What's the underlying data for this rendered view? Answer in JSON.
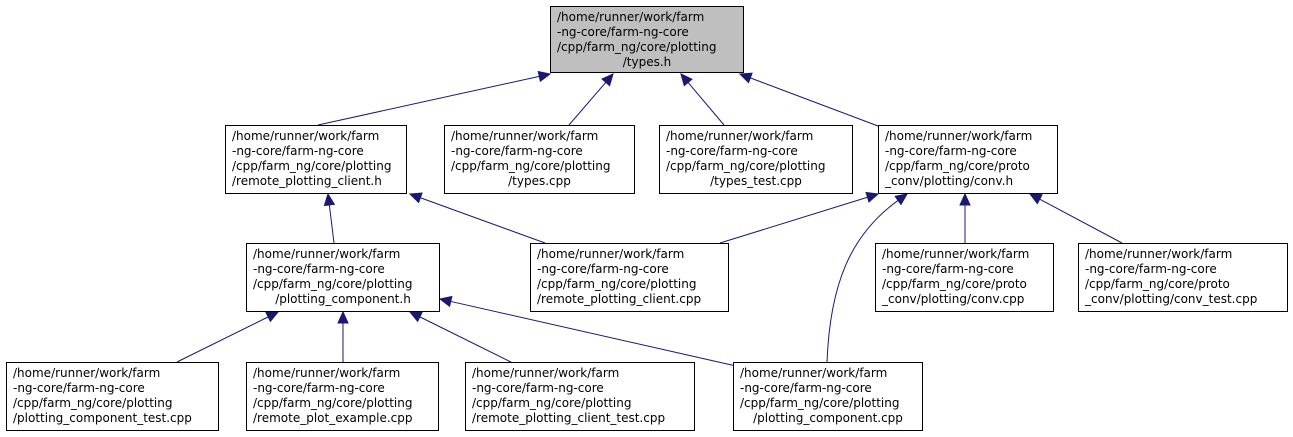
{
  "graph": {
    "nodes": [
      {
        "id": "n0",
        "name": "node-types-h",
        "root": true,
        "clickable": false,
        "lines": [
          "/home/runner/work/farm",
          "-ng-core/farm-ng-core",
          "/cpp/farm_ng/core/plotting",
          "/types.h"
        ],
        "align": [
          "l",
          "l",
          "l",
          "c"
        ]
      },
      {
        "id": "n1",
        "name": "node-remote-plotting-client-h",
        "clickable": true,
        "lines": [
          "/home/runner/work/farm",
          "-ng-core/farm-ng-core",
          "/cpp/farm_ng/core/plotting",
          "/remote_plotting_client.h"
        ],
        "align": [
          "l",
          "l",
          "l",
          "l"
        ]
      },
      {
        "id": "n2",
        "name": "node-types-cpp",
        "clickable": true,
        "lines": [
          "/home/runner/work/farm",
          "-ng-core/farm-ng-core",
          "/cpp/farm_ng/core/plotting",
          "/types.cpp"
        ],
        "align": [
          "l",
          "l",
          "l",
          "c"
        ]
      },
      {
        "id": "n3",
        "name": "node-types-test-cpp",
        "clickable": true,
        "lines": [
          "/home/runner/work/farm",
          "-ng-core/farm-ng-core",
          "/cpp/farm_ng/core/plotting",
          "/types_test.cpp"
        ],
        "align": [
          "l",
          "l",
          "l",
          "c"
        ]
      },
      {
        "id": "n4",
        "name": "node-proto-conv-conv-h",
        "clickable": true,
        "lines": [
          "/home/runner/work/farm",
          "-ng-core/farm-ng-core",
          "/cpp/farm_ng/core/proto",
          "_conv/plotting/conv.h"
        ],
        "align": [
          "l",
          "l",
          "l",
          "l"
        ]
      },
      {
        "id": "n5",
        "name": "node-plotting-component-h",
        "clickable": true,
        "lines": [
          "/home/runner/work/farm",
          "-ng-core/farm-ng-core",
          "/cpp/farm_ng/core/plotting",
          "/plotting_component.h"
        ],
        "align": [
          "l",
          "l",
          "l",
          "c"
        ]
      },
      {
        "id": "n6",
        "name": "node-remote-plotting-client-cpp",
        "clickable": true,
        "lines": [
          "/home/runner/work/farm",
          "-ng-core/farm-ng-core",
          "/cpp/farm_ng/core/plotting",
          "/remote_plotting_client.cpp"
        ],
        "align": [
          "l",
          "l",
          "l",
          "l"
        ]
      },
      {
        "id": "n7",
        "name": "node-proto-conv-conv-cpp",
        "clickable": true,
        "lines": [
          "/home/runner/work/farm",
          "-ng-core/farm-ng-core",
          "/cpp/farm_ng/core/proto",
          "_conv/plotting/conv.cpp"
        ],
        "align": [
          "l",
          "l",
          "l",
          "l"
        ]
      },
      {
        "id": "n8",
        "name": "node-proto-conv-conv-test-cpp",
        "clickable": true,
        "lines": [
          "/home/runner/work/farm",
          "-ng-core/farm-ng-core",
          "/cpp/farm_ng/core/proto",
          "_conv/plotting/conv_test.cpp"
        ],
        "align": [
          "l",
          "l",
          "l",
          "l"
        ]
      },
      {
        "id": "n9",
        "name": "node-plotting-component-test-cpp",
        "clickable": true,
        "lines": [
          "/home/runner/work/farm",
          "-ng-core/farm-ng-core",
          "/cpp/farm_ng/core/plotting",
          "/plotting_component_test.cpp"
        ],
        "align": [
          "l",
          "l",
          "l",
          "l"
        ]
      },
      {
        "id": "n10",
        "name": "node-remote-plot-example-cpp",
        "clickable": true,
        "lines": [
          "/home/runner/work/farm",
          "-ng-core/farm-ng-core",
          "/cpp/farm_ng/core/plotting",
          "/remote_plot_example.cpp"
        ],
        "align": [
          "l",
          "l",
          "l",
          "l"
        ]
      },
      {
        "id": "n11",
        "name": "node-remote-plotting-client-test-cpp",
        "clickable": true,
        "lines": [
          "/home/runner/work/farm",
          "-ng-core/farm-ng-core",
          "/cpp/farm_ng/core/plotting",
          "/remote_plotting_client_test.cpp"
        ],
        "align": [
          "l",
          "l",
          "l",
          "l"
        ]
      },
      {
        "id": "n12",
        "name": "node-plotting-component-cpp",
        "clickable": true,
        "lines": [
          "/home/runner/work/farm",
          "-ng-core/farm-ng-core",
          "/cpp/farm_ng/core/plotting",
          "/plotting_component.cpp"
        ],
        "align": [
          "l",
          "l",
          "l",
          "c"
        ]
      }
    ],
    "edges": [
      {
        "from": "n1",
        "to": "n0"
      },
      {
        "from": "n2",
        "to": "n0"
      },
      {
        "from": "n3",
        "to": "n0"
      },
      {
        "from": "n4",
        "to": "n0"
      },
      {
        "from": "n5",
        "to": "n1"
      },
      {
        "from": "n6",
        "to": "n1"
      },
      {
        "from": "n6",
        "to": "n4"
      },
      {
        "from": "n12",
        "to": "n4"
      },
      {
        "from": "n7",
        "to": "n4"
      },
      {
        "from": "n8",
        "to": "n4"
      },
      {
        "from": "n9",
        "to": "n5"
      },
      {
        "from": "n10",
        "to": "n5"
      },
      {
        "from": "n11",
        "to": "n5"
      },
      {
        "from": "n12",
        "to": "n5"
      }
    ],
    "colors": {
      "edge": "#191970",
      "root_fill": "#bfbfbf",
      "node_fill": "#ffffff",
      "node_border": "#000000"
    }
  }
}
